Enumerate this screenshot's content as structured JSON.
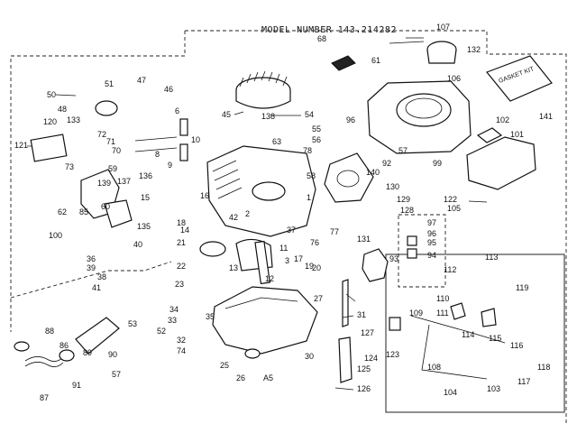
{
  "title": "MODEL NUMBER 143.214282",
  "gasket_kit_label": "GASKET KIT",
  "area_marker": "A5",
  "callouts": [
    "107",
    "68",
    "132",
    "61",
    "106",
    "141",
    "45",
    "138",
    "54",
    "55",
    "56",
    "78",
    "96",
    "57",
    "92",
    "99",
    "102",
    "101",
    "122",
    "105",
    "50",
    "51",
    "47",
    "46",
    "48",
    "120",
    "133",
    "121",
    "73",
    "72",
    "71",
    "70",
    "59",
    "6",
    "8",
    "9",
    "10",
    "62",
    "85",
    "60",
    "139",
    "137",
    "136",
    "15",
    "135",
    "100",
    "16",
    "42",
    "2",
    "1",
    "37",
    "76",
    "77",
    "140",
    "130",
    "129",
    "128",
    "97",
    "96",
    "95",
    "94",
    "93",
    "131",
    "113",
    "112",
    "119",
    "36",
    "39",
    "38",
    "41",
    "40",
    "22",
    "21",
    "18",
    "14",
    "13",
    "11",
    "12",
    "3",
    "17",
    "19",
    "20",
    "23",
    "27",
    "53",
    "52",
    "33",
    "34",
    "35",
    "32",
    "74",
    "31",
    "127",
    "109",
    "110",
    "111",
    "114",
    "115",
    "116",
    "118",
    "117",
    "108",
    "103",
    "104",
    "123",
    "124",
    "125",
    "126",
    "88",
    "86",
    "89",
    "90",
    "87",
    "91",
    "57",
    "25",
    "26",
    "30",
    "63",
    "58"
  ]
}
